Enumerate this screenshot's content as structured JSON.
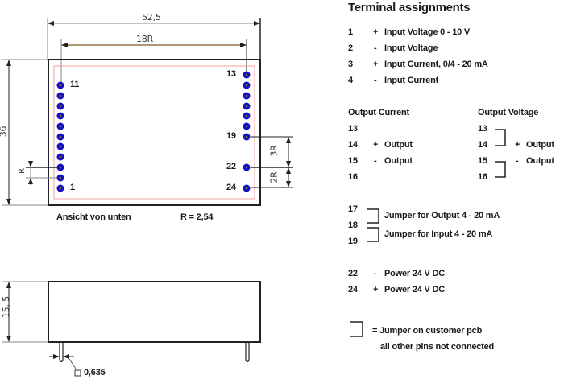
{
  "drawing": {
    "bottom_view": {
      "width_dim": "52,5",
      "pin_span_dim": "18R",
      "height_dim": "36",
      "pitch_dim": "R",
      "dim_3r": "3R",
      "dim_2r": "2R",
      "caption": "Ansicht von unten",
      "pitch_value": "R = 2,54",
      "pin_labels": {
        "p11": "11",
        "p1": "1",
        "p13": "13",
        "p19": "19",
        "p22": "22",
        "p24": "24"
      },
      "colors": {
        "pin_fill": "#1010c8",
        "pin_center": "#8a6a20",
        "keepout_line": "#f0a0a0",
        "outline": "#222222"
      }
    },
    "side_view": {
      "height_dim": "15, 5",
      "pin_size": "0,635"
    }
  },
  "terminal_assignments": {
    "title": "Terminal assignments",
    "inputs": [
      {
        "pin": "1",
        "sign": "+",
        "desc": "Input Voltage 0 - 10 V"
      },
      {
        "pin": "2",
        "sign": "-",
        "desc": "Input Voltage"
      },
      {
        "pin": "3",
        "sign": "+",
        "desc": "Input Current, 0/4 - 20 mA"
      },
      {
        "pin": "4",
        "sign": "-",
        "desc": "Input Current"
      }
    ],
    "output_current": {
      "header": "Output Current",
      "rows": [
        {
          "pin": "13",
          "sign": "",
          "desc": ""
        },
        {
          "pin": "14",
          "sign": "+",
          "desc": "Output"
        },
        {
          "pin": "15",
          "sign": "-",
          "desc": "Output"
        },
        {
          "pin": "16",
          "sign": "",
          "desc": ""
        }
      ]
    },
    "output_voltage": {
      "header": "Output Voltage",
      "pins": [
        "13",
        "14",
        "15",
        "16"
      ],
      "plus_sign": "+",
      "plus_desc": "Output",
      "minus_sign": "-",
      "minus_desc": "Output"
    },
    "jumpers": {
      "pins": [
        "17",
        "18",
        "19"
      ],
      "jumper_output": "Jumper for Output 4 - 20 mA",
      "jumper_input": "Jumper for Input 4 - 20 mA"
    },
    "power": [
      {
        "pin": "22",
        "sign": "-",
        "desc": "Power 24 V DC"
      },
      {
        "pin": "24",
        "sign": "+",
        "desc": "Power 24 V DC"
      }
    ],
    "legend": {
      "jumper_note": "= Jumper on customer pcb",
      "nc_note": "all other pins not connected"
    }
  }
}
